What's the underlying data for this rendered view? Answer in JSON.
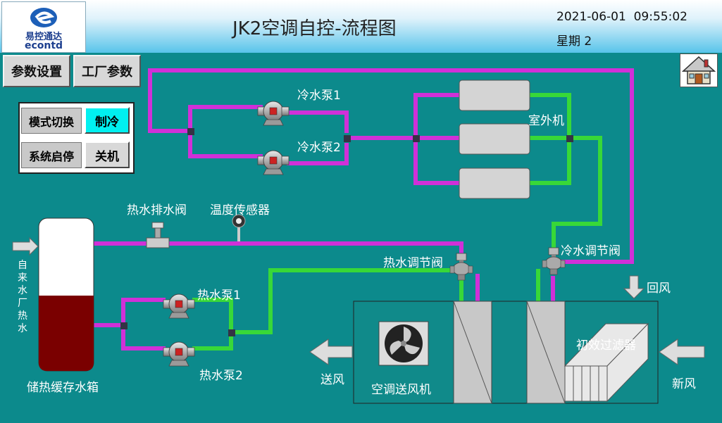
{
  "header": {
    "logo_cn": "易控通达",
    "logo_en": "econtd",
    "title": "JK2空调自控-流程图",
    "datetime": "2021-06-01  09:55:02",
    "weekday": "星期 2"
  },
  "toolbar": {
    "param_settings": "参数设置",
    "factory_params": "工厂参数"
  },
  "control_panel": {
    "mode_label": "模式切换",
    "mode_value": "制冷",
    "system_label": "系统启停",
    "system_value": "关机"
  },
  "colors": {
    "background": "#0c8a8c",
    "hot_pipe": "#d030d8",
    "cold_pipe": "#38d838",
    "mode_button": "#00f0f0",
    "tank_water": "#7a0000"
  },
  "equipment": {
    "cold_pump_1": "冷水泵1",
    "cold_pump_2": "冷水泵2",
    "outdoor_unit": "室外机",
    "hot_drain_valve": "热水排水阀",
    "temp_sensor": "温度传感器",
    "cold_reg_valve": "冷水调节阀",
    "hot_reg_valve": "热水调节阀",
    "return_air": "回风",
    "hot_pump_1": "热水泵1",
    "hot_pump_2": "热水泵2",
    "supply_air": "送风",
    "ac_fan": "空调送风机",
    "primary_filter": "初效过滤器",
    "fresh_air": "新风",
    "storage_tank": "储热缓存水箱",
    "tap_water_inlet": "自来水厂热水"
  },
  "icons": [
    "home-icon",
    "fan-icon",
    "pump-icon",
    "valve-icon",
    "sensor-icon",
    "arrow-icon"
  ]
}
